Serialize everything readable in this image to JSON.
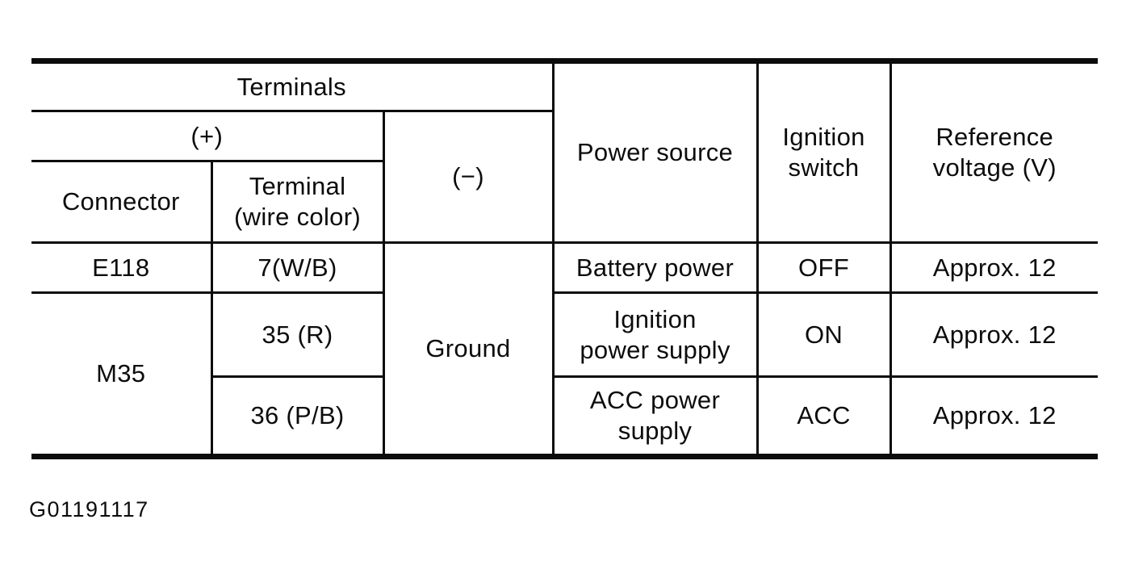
{
  "figure_code": "G01191117",
  "colors": {
    "ink": "#0c0c0c",
    "paper": "#ffffff"
  },
  "table": {
    "headers": {
      "terminals": "Terminals",
      "plus": "(+)",
      "minus": "(−)",
      "connector": "Connector",
      "terminal_wire_color": "Terminal\n(wire color)",
      "power_source": "Power source",
      "ignition_switch": "Ignition\nswitch",
      "reference_voltage": "Reference\nvoltage (V)"
    },
    "rows": [
      {
        "connector": "E118",
        "terminal": "7(W/B)",
        "minus": "Ground",
        "power_source": "Battery power",
        "ignition_switch": "OFF",
        "reference_voltage": "Approx. 12"
      },
      {
        "connector": "M35",
        "terminal": "35 (R)",
        "power_source": "Ignition\npower supply",
        "ignition_switch": "ON",
        "reference_voltage": "Approx. 12"
      },
      {
        "terminal": "36 (P/B)",
        "power_source": "ACC power\nsupply",
        "ignition_switch": "ACC",
        "reference_voltage": "Approx. 12"
      }
    ]
  }
}
